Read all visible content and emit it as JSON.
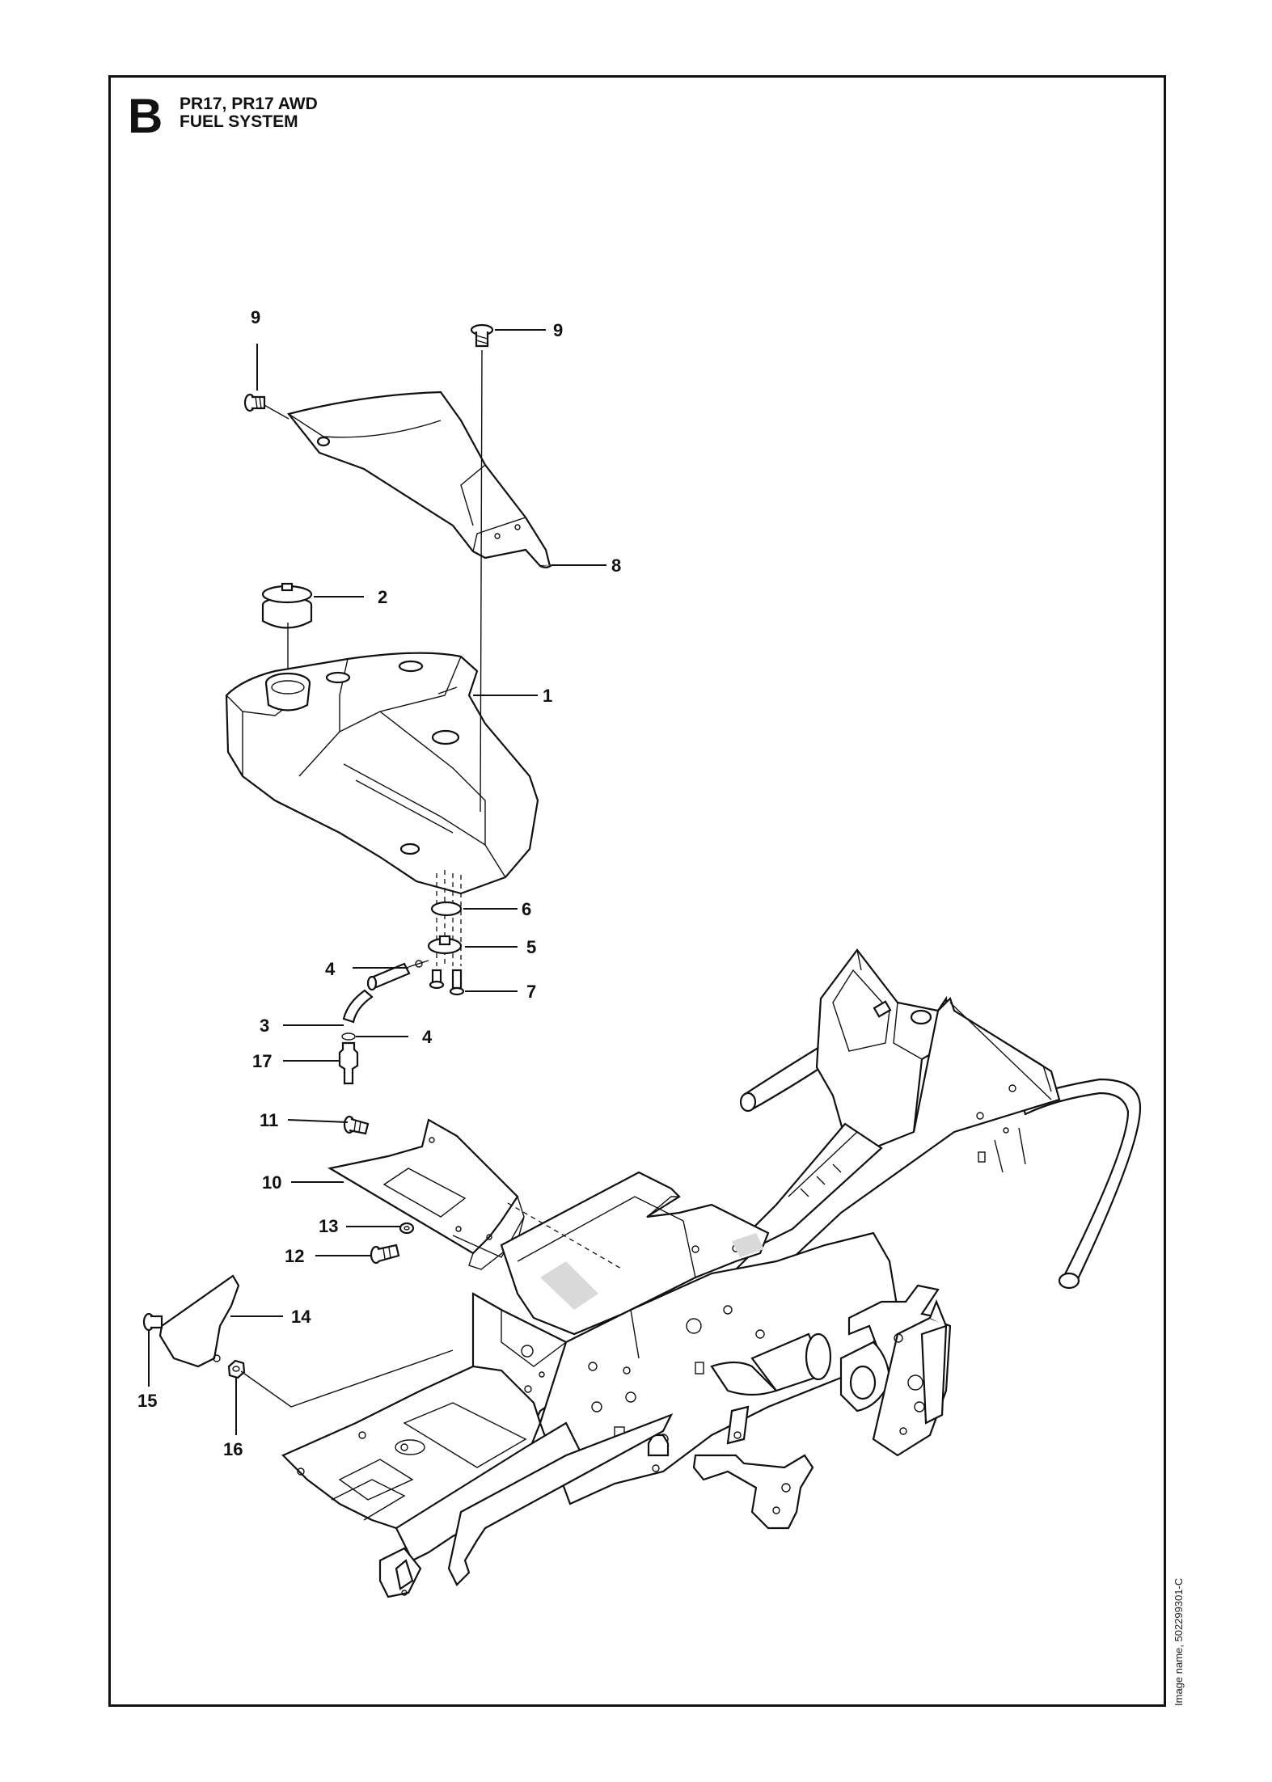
{
  "header": {
    "section_letter": "B",
    "model_line": "PR17, PR17 AWD",
    "section_title": "FUEL SYSTEM"
  },
  "footer": {
    "image_name": "Image name, 502299301-C"
  },
  "callouts": [
    {
      "id": "c1",
      "label": "1"
    },
    {
      "id": "c2",
      "label": "2"
    },
    {
      "id": "c3",
      "label": "3"
    },
    {
      "id": "c4a",
      "label": "4"
    },
    {
      "id": "c4b",
      "label": "4"
    },
    {
      "id": "c5",
      "label": "5"
    },
    {
      "id": "c6",
      "label": "6"
    },
    {
      "id": "c7",
      "label": "7"
    },
    {
      "id": "c8",
      "label": "8"
    },
    {
      "id": "c9a",
      "label": "9"
    },
    {
      "id": "c9b",
      "label": "9"
    },
    {
      "id": "c10",
      "label": "10"
    },
    {
      "id": "c11",
      "label": "11"
    },
    {
      "id": "c12",
      "label": "12"
    },
    {
      "id": "c13",
      "label": "13"
    },
    {
      "id": "c14",
      "label": "14"
    },
    {
      "id": "c15",
      "label": "15"
    },
    {
      "id": "c16",
      "label": "16"
    },
    {
      "id": "c17",
      "label": "17"
    }
  ]
}
